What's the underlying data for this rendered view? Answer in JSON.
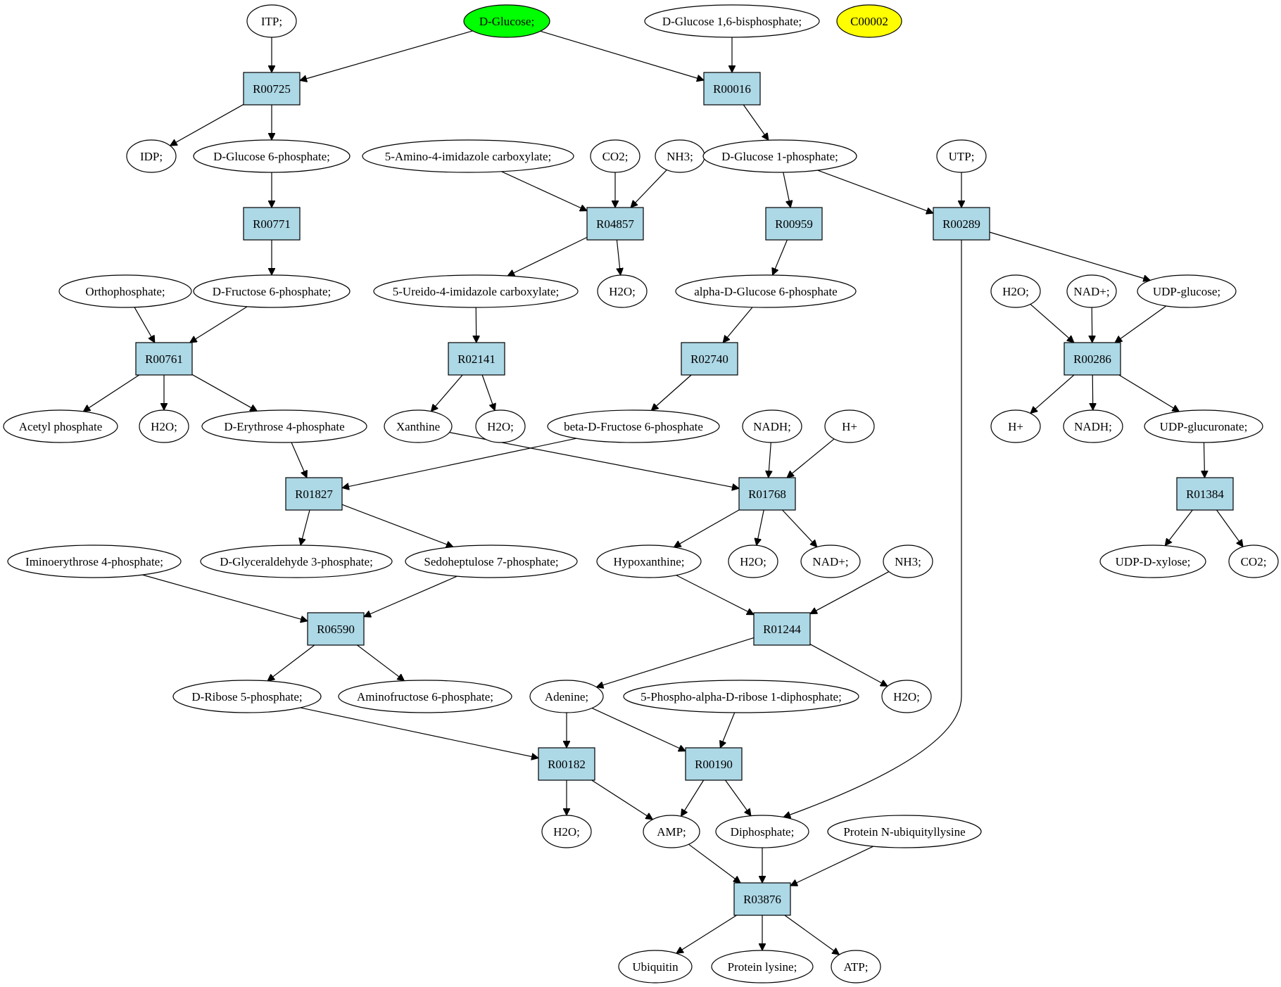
{
  "colors": {
    "reaction_fill": "#add8e6",
    "compound_fill": "#ffffff",
    "source_fill": "#00ff00",
    "highlight_fill": "#ffff00",
    "edge": "#000000"
  },
  "compounds": {
    "itp": "ITP;",
    "d_glucose": "D-Glucose;",
    "d_glucose_16bp": "D-Glucose 1,6-bisphosphate;",
    "c00002": "C00002",
    "idp": "IDP;",
    "d_glucose_6p": "D-Glucose 6-phosphate;",
    "aica": "5-Amino-4-imidazole carboxylate;",
    "co2_a": "CO2;",
    "nh3_a": "NH3;",
    "d_glucose_1p": "D-Glucose 1-phosphate;",
    "utp": "UTP;",
    "orthophosphate": "Orthophosphate;",
    "d_fructose_6p": "D-Fructose 6-phosphate;",
    "ureido": "5-Ureido-4-imidazole carboxylate;",
    "h2o_a": "H2O;",
    "alpha_g6p": "alpha-D-Glucose 6-phosphate",
    "h2o_b": "H2O;",
    "nad_a": "NAD+;",
    "udp_glucose": "UDP-glucose;",
    "acetyl_phosphate": "Acetyl phosphate",
    "h2o_c": "H2O;",
    "erythrose_4p": "D-Erythrose 4-phosphate",
    "xanthine": "Xanthine",
    "h2o_d": "H2O;",
    "beta_f6p": "beta-D-Fructose 6-phosphate",
    "nadh_a": "NADH;",
    "h_plus_a": "H+",
    "h_plus_b": "H+",
    "nadh_b": "NADH;",
    "udp_glucuronate": "UDP-glucuronate;",
    "iminoerythrose": "Iminoerythrose 4-phosphate;",
    "glyceraldehyde_3p": "D-Glyceraldehyde 3-phosphate;",
    "sedoheptulose_7p": "Sedoheptulose 7-phosphate;",
    "hypoxanthine": "Hypoxanthine;",
    "h2o_e": "H2O;",
    "nad_b": "NAD+;",
    "nh3_b": "NH3;",
    "udp_xylose": "UDP-D-xylose;",
    "co2_b": "CO2;",
    "ribose_5p": "D-Ribose 5-phosphate;",
    "aminofructose_6p": "Aminofructose 6-phosphate;",
    "adenine": "Adenine;",
    "prpp": "5-Phospho-alpha-D-ribose 1-diphosphate;",
    "h2o_f": "H2O;",
    "h2o_g": "H2O;",
    "amp": "AMP;",
    "diphosphate": "Diphosphate;",
    "protein_ub_lys": "Protein N-ubiquityllysine",
    "ubiquitin": "Ubiquitin",
    "protein_lysine": "Protein lysine;",
    "atp": "ATP;"
  },
  "reactions": {
    "r00725": "R00725",
    "r00016": "R00016",
    "r00771": "R00771",
    "r04857": "R04857",
    "r00959": "R00959",
    "r00289": "R00289",
    "r00761": "R00761",
    "r02141": "R02141",
    "r02740": "R02740",
    "r00286": "R00286",
    "r01827": "R01827",
    "r01768": "R01768",
    "r01384": "R01384",
    "r06590": "R06590",
    "r01244": "R01244",
    "r00182": "R00182",
    "r00190": "R00190",
    "r03876": "R03876"
  }
}
